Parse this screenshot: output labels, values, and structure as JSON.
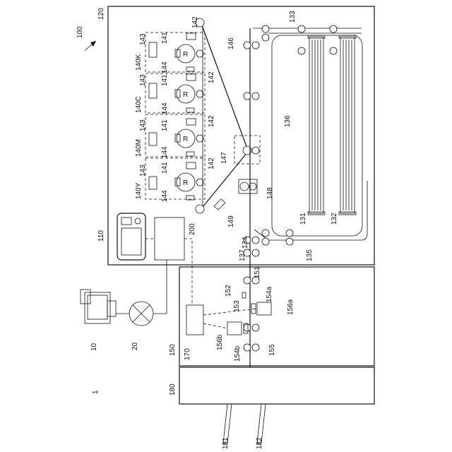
{
  "labels": {
    "system": "1",
    "computer": "10",
    "network": "20",
    "printer": "100",
    "panel": "110",
    "printer_body": "120",
    "tray_a": "131",
    "tray_b": "132",
    "path_top": "133",
    "path_b": "134",
    "path_bottom": "135",
    "path_mid": "136",
    "path_c": "137",
    "unit_k": "140K",
    "unit_c": "140C",
    "unit_m": "140M",
    "unit_y": "140Y",
    "drum": "141",
    "charger": "142",
    "exposure": "143",
    "developer": "144",
    "belt": "146",
    "transfer": "147",
    "fixer": "148",
    "cleaner": "149",
    "inspection": "150",
    "sensor_a": "151",
    "sensor_b": "152",
    "sensor_c": "153",
    "light_a": "154a",
    "light_b": "154b",
    "roller_155": "155",
    "camera_a": "156a",
    "camera_b": "156b",
    "controller": "170",
    "post": "180",
    "tray_181": "181",
    "tray_182": "182",
    "control_unit": "200",
    "drum_mark": "R"
  }
}
